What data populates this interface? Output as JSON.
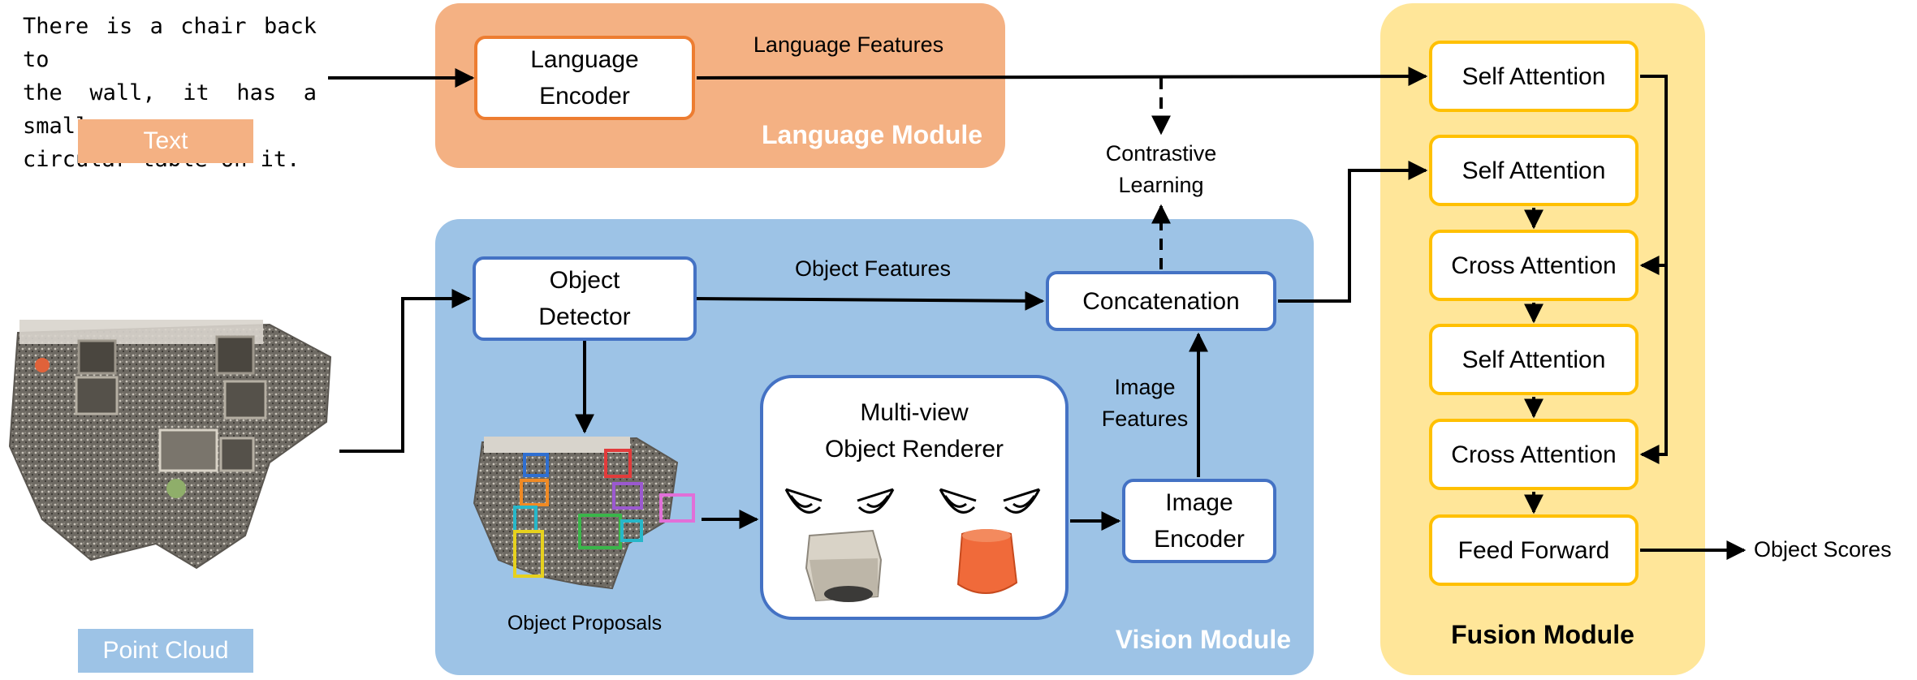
{
  "input_text": {
    "lines": [
      "There is a chair back to",
      "the wall, it has a small",
      "circular table on it."
    ],
    "tag": "Text"
  },
  "point_cloud": {
    "tag": "Point Cloud"
  },
  "language_module": {
    "title": "Language Module",
    "encoder": [
      "Language",
      "Encoder"
    ],
    "features_label": "Language Features"
  },
  "vision_module": {
    "title": "Vision Module",
    "detector": [
      "Object",
      "Detector"
    ],
    "object_features_label": "Object Features",
    "concatenation": "Concatenation",
    "proposals_label": "Object Proposals",
    "renderer": [
      "Multi-view",
      "Object Renderer"
    ],
    "image_features_label": [
      "Image",
      "Features"
    ],
    "image_encoder": [
      "Image",
      "Encoder"
    ]
  },
  "contrastive": [
    "Contrastive",
    "Learning"
  ],
  "fusion_module": {
    "title": "Fusion Module",
    "blocks": [
      "Self Attention",
      "Self Attention",
      "Cross Attention",
      "Self Attention",
      "Cross Attention",
      "Feed Forward"
    ]
  },
  "output_label": "Object Scores",
  "colors": {
    "language_panel": "#F4B183",
    "language_border": "#ED7D31",
    "vision_panel": "#9DC3E6",
    "vision_border": "#4472C4",
    "fusion_panel": "#FFE699",
    "fusion_border": "#FFC000"
  }
}
